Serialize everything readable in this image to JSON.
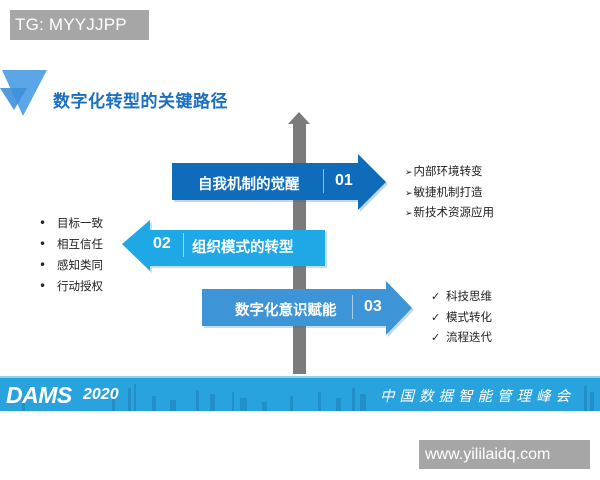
{
  "watermarks": {
    "top_left": "TG: MYYJJPP",
    "bottom_right": "www.yililaidq.com"
  },
  "slide": {
    "title": "数字化转型的关键路径",
    "colors": {
      "title": "#1b6fc0",
      "arrow_01": "#0f6cba",
      "arrow_02": "#1fa8e6",
      "arrow_03": "#3d94d6",
      "pole": "#7b7b7b",
      "banner": "#28a3de"
    },
    "arrows": [
      {
        "number": "01",
        "label": "自我机制的觉醒",
        "direction": "right"
      },
      {
        "number": "02",
        "label": "组织模式的转型",
        "direction": "left"
      },
      {
        "number": "03",
        "label": "数字化意识赋能",
        "direction": "right"
      }
    ],
    "lists": {
      "list_01": {
        "marker": "➢",
        "items": [
          "内部环境转变",
          "敏捷机制打造",
          "新技术资源应用"
        ]
      },
      "list_02": {
        "marker": "•",
        "items": [
          "目标一致",
          "相互信任",
          "感知类同",
          "行动授权"
        ]
      },
      "list_03": {
        "marker": "✓",
        "items": [
          "科技思维",
          "模式转化",
          "流程迭代"
        ]
      }
    }
  },
  "banner": {
    "brand": "DAMS",
    "year": "2020",
    "summit": "中国数据智能管理峰会"
  }
}
